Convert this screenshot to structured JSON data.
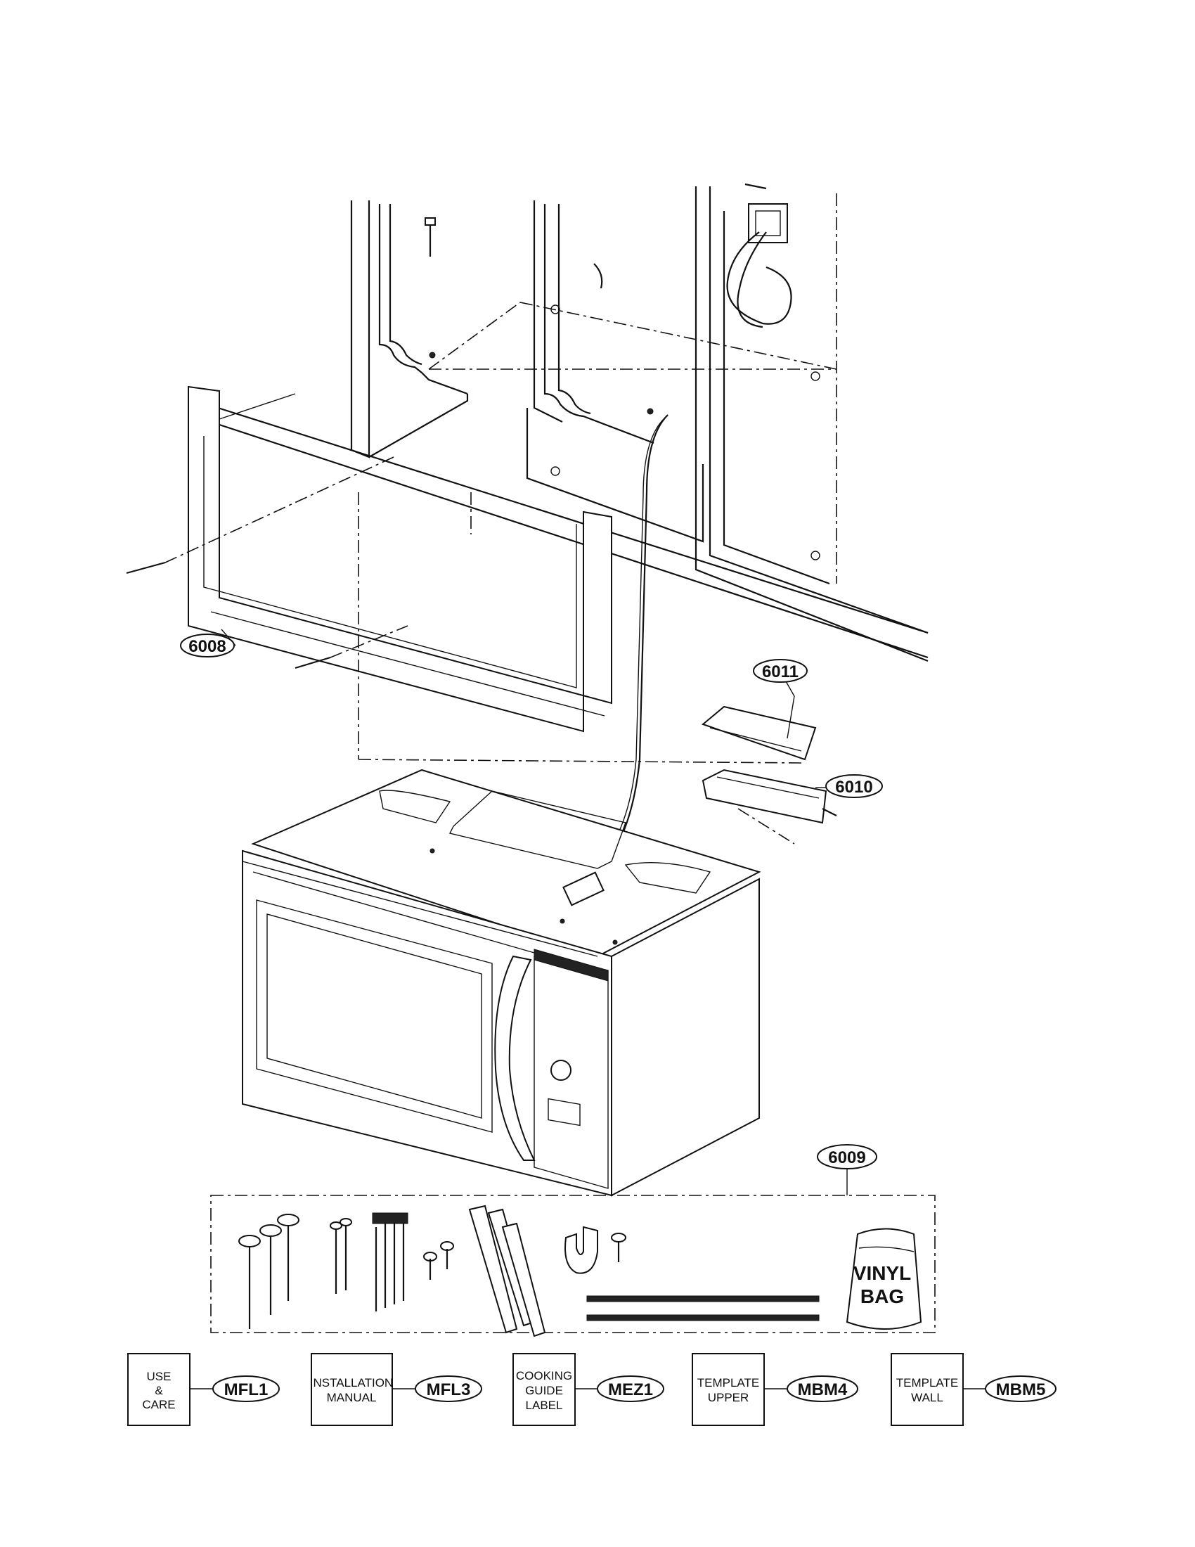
{
  "diagram": {
    "callouts": {
      "mounting_plate": "6008",
      "installation_kit": "6009",
      "damper_housing": "6010",
      "damper": "6011"
    },
    "vinyl_bag": {
      "line1": "VINYL",
      "line2": "BAG"
    },
    "documents": [
      {
        "label_lines": [
          "USE",
          "&",
          "CARE"
        ],
        "code": "MFL1"
      },
      {
        "label_lines": [
          "INSTALLATION",
          "MANUAL"
        ],
        "code": "MFL3"
      },
      {
        "label_lines": [
          "COOKING",
          "GUIDE",
          "LABEL"
        ],
        "code": "MEZ1"
      },
      {
        "label_lines": [
          "TEMPLATE",
          "UPPER"
        ],
        "code": "MBM4"
      },
      {
        "label_lines": [
          "TEMPLATE",
          "WALL"
        ],
        "code": "MBM5"
      }
    ]
  }
}
